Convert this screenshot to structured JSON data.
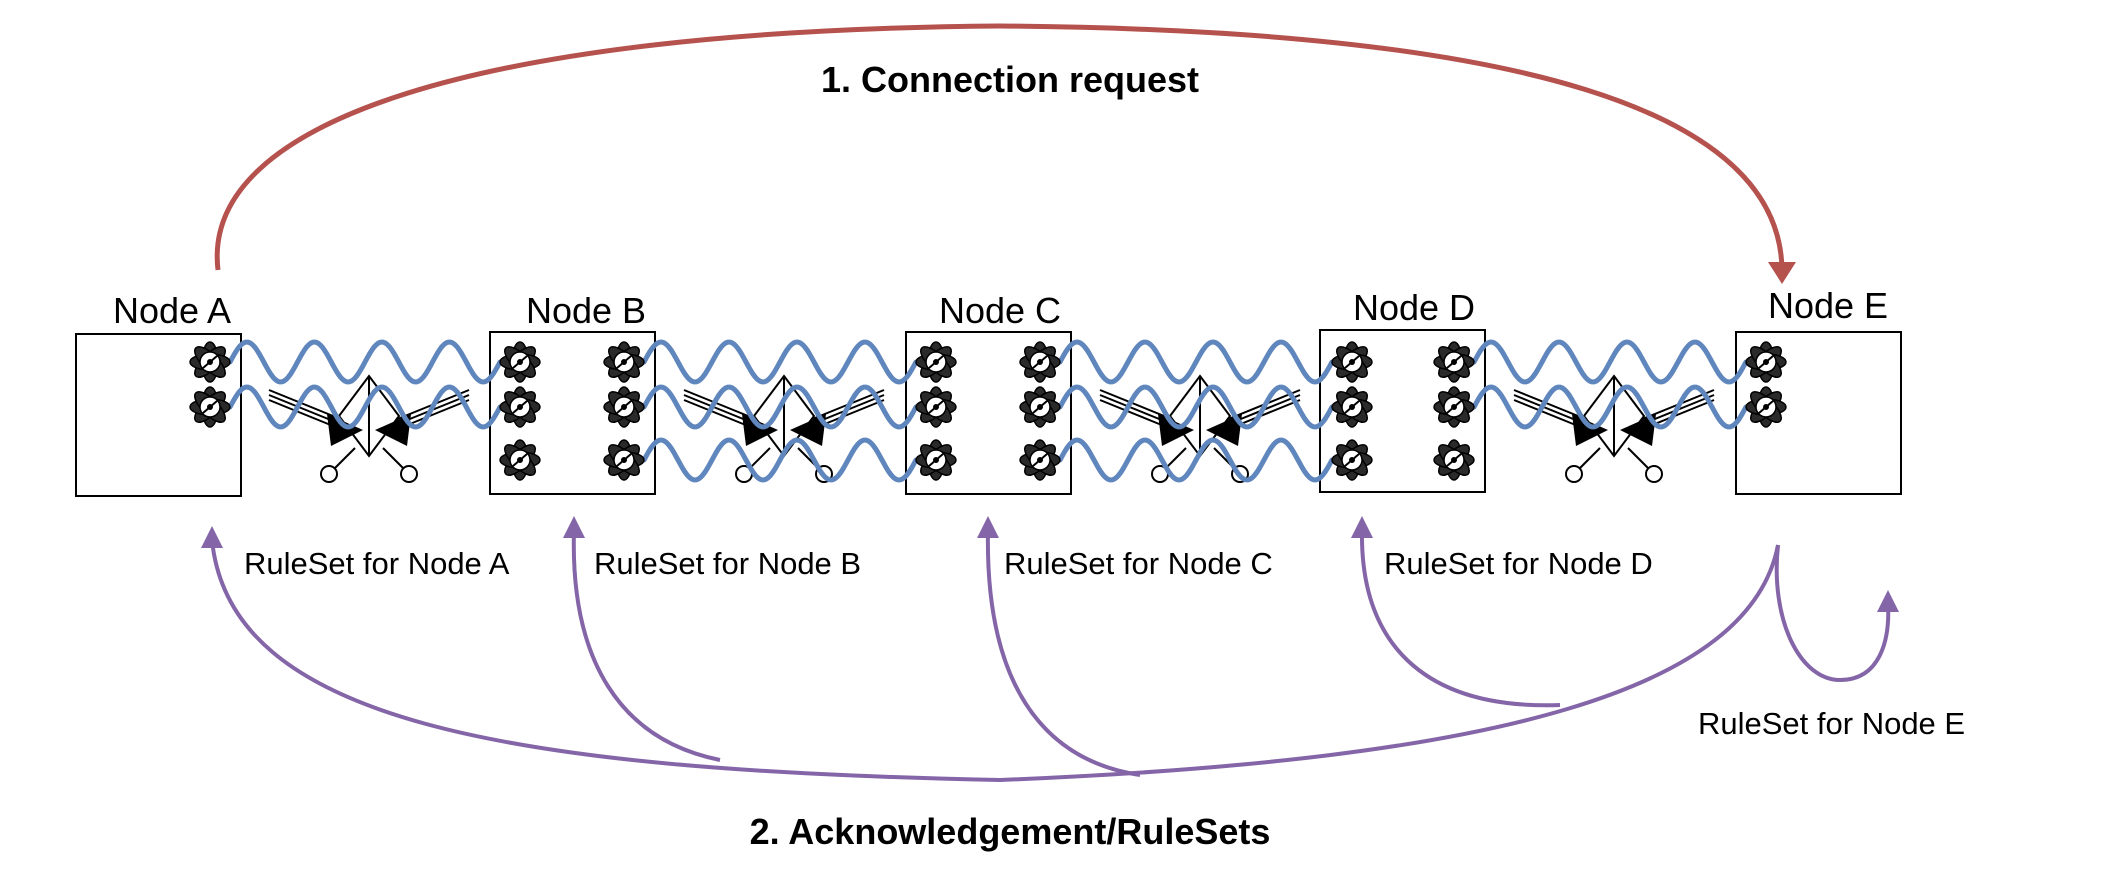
{
  "titles": {
    "connection_request": "1. Connection request",
    "acknowledgement": "2. Acknowledgement/RuleSets"
  },
  "nodes": [
    {
      "label": "Node A",
      "ruleset": "RuleSet for Node A"
    },
    {
      "label": "Node B",
      "ruleset": "RuleSet for Node B"
    },
    {
      "label": "Node C",
      "ruleset": "RuleSet for Node C"
    },
    {
      "label": "Node D",
      "ruleset": "RuleSet for Node D"
    },
    {
      "label": "Node E",
      "ruleset": "RuleSet for Node E"
    }
  ],
  "colors": {
    "request_arc": "#b5524e",
    "ack_arcs": "#8466a8",
    "entanglement_links": "#5f86bd",
    "node_outline": "#000000"
  },
  "icons": {
    "qubit": "qubit-icon",
    "bell_state_analyzer": "bell-state-analyzer-icon"
  }
}
